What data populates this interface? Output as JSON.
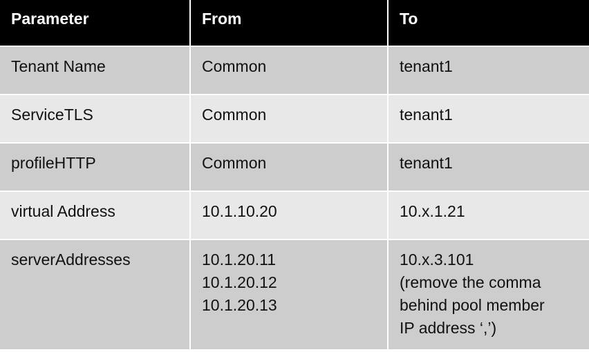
{
  "table": {
    "headers": [
      "Parameter",
      "From",
      "To"
    ],
    "rows": [
      {
        "parameter": "Tenant Name",
        "from": [
          "Common"
        ],
        "to": [
          "tenant1"
        ]
      },
      {
        "parameter": "ServiceTLS",
        "from": [
          "Common"
        ],
        "to": [
          "tenant1"
        ]
      },
      {
        "parameter": "profileHTTP",
        "from": [
          "Common"
        ],
        "to": [
          "tenant1"
        ]
      },
      {
        "parameter": "virtual Address",
        "from": [
          "10.1.10.20"
        ],
        "to": [
          "10.x.1.21"
        ]
      },
      {
        "parameter": "serverAddresses",
        "from": [
          "10.1.20.11",
          "10.1.20.12",
          "10.1.20.13"
        ],
        "to": [
          "10.x.3.101",
          "(remove the comma",
          "behind pool member",
          "IP address ‘,’)"
        ]
      }
    ]
  },
  "colors": {
    "header_bg": "#000000",
    "header_text": "#ffffff",
    "row_dark": "#cdcdcd",
    "row_light": "#e8e8e8"
  }
}
